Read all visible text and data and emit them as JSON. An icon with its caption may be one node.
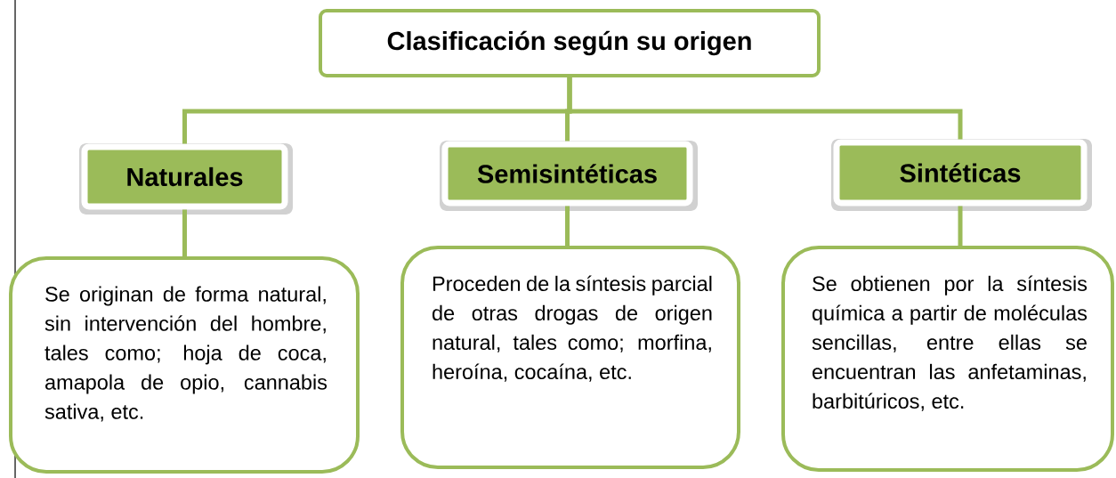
{
  "diagram": {
    "nodes": [
      {
        "text": [
          "Clasificación según su origen"
        ]
      },
      {
        "text": [
          "Naturales"
        ]
      },
      {
        "text": [
          "Semisintéticas"
        ]
      },
      {
        "text": [
          "Sintéticas"
        ]
      },
      {
        "text": [
          "Se originan de forma natural, sin intervención del hombre, tales como; hoja de coca, amapola de opio, cannabis sativa, etc."
        ]
      },
      {
        "text": [
          "Proceden de la síntesis parcial de otras drogas de origen natural, tales como; morfina, heroína, cocaína, etc."
        ]
      },
      {
        "text": [
          "Se obtienen por la síntesis química a partir de moléculas sencillas, entre ellas se encuentran las anfetaminas, barbitúricos, etc."
        ]
      }
    ],
    "edges": [
      {
        "from": 0,
        "to": 1,
        "arrow": "none"
      },
      {
        "from": 0,
        "to": 2,
        "arrow": "none"
      },
      {
        "from": 0,
        "to": 3,
        "arrow": "none"
      },
      {
        "from": 1,
        "to": 4,
        "arrow": "none"
      },
      {
        "from": 2,
        "to": 5,
        "arrow": "none"
      },
      {
        "from": 3,
        "to": 6,
        "arrow": "none"
      }
    ]
  }
}
